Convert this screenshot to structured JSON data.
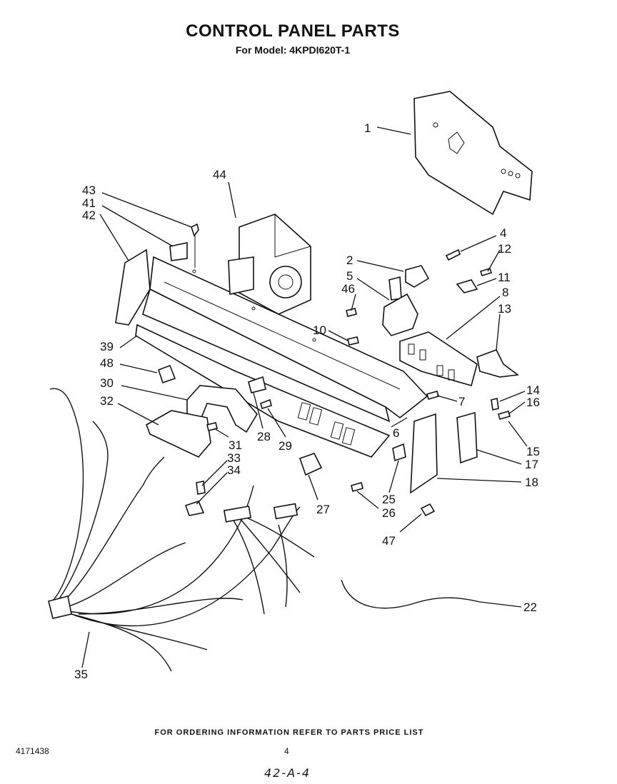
{
  "header": {
    "title": "CONTROL PANEL PARTS",
    "subtitle": "For Model: 4KPDI620T-1"
  },
  "callouts": [
    "1",
    "2",
    "4",
    "5",
    "6",
    "7",
    "8",
    "10",
    "11",
    "12",
    "13",
    "14",
    "15",
    "16",
    "17",
    "18",
    "22",
    "25",
    "26",
    "27",
    "28",
    "29",
    "30",
    "31",
    "32",
    "33",
    "34",
    "35",
    "39",
    "41",
    "42",
    "43",
    "44",
    "46",
    "47",
    "48"
  ],
  "footer": {
    "notice": "FOR ORDERING INFORMATION REFER TO PARTS PRICE LIST",
    "doc_number": "4171438",
    "page_number": "4",
    "handwritten": "42-A-4"
  }
}
